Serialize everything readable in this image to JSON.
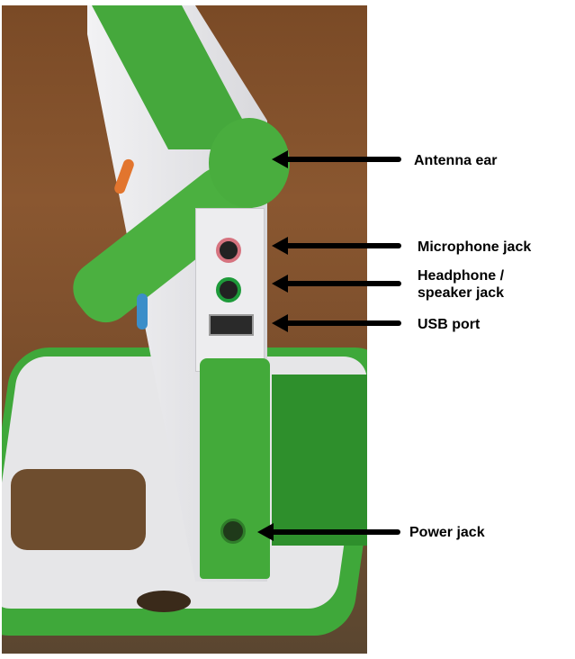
{
  "image": {
    "subject": "OLPC XO laptop side view with labeled ports",
    "colors": {
      "green": "#3fa83a",
      "white": "#e8e8ea",
      "background_brown": "#7a4a26",
      "mic_pink": "#d6737f",
      "headphone_green": "#1e9a3a"
    }
  },
  "annotations": [
    {
      "label": "Antenna ear"
    },
    {
      "label": "Microphone jack"
    },
    {
      "label": "Headphone / speaker jack"
    },
    {
      "label": "USB port"
    },
    {
      "label": "Power jack"
    }
  ]
}
